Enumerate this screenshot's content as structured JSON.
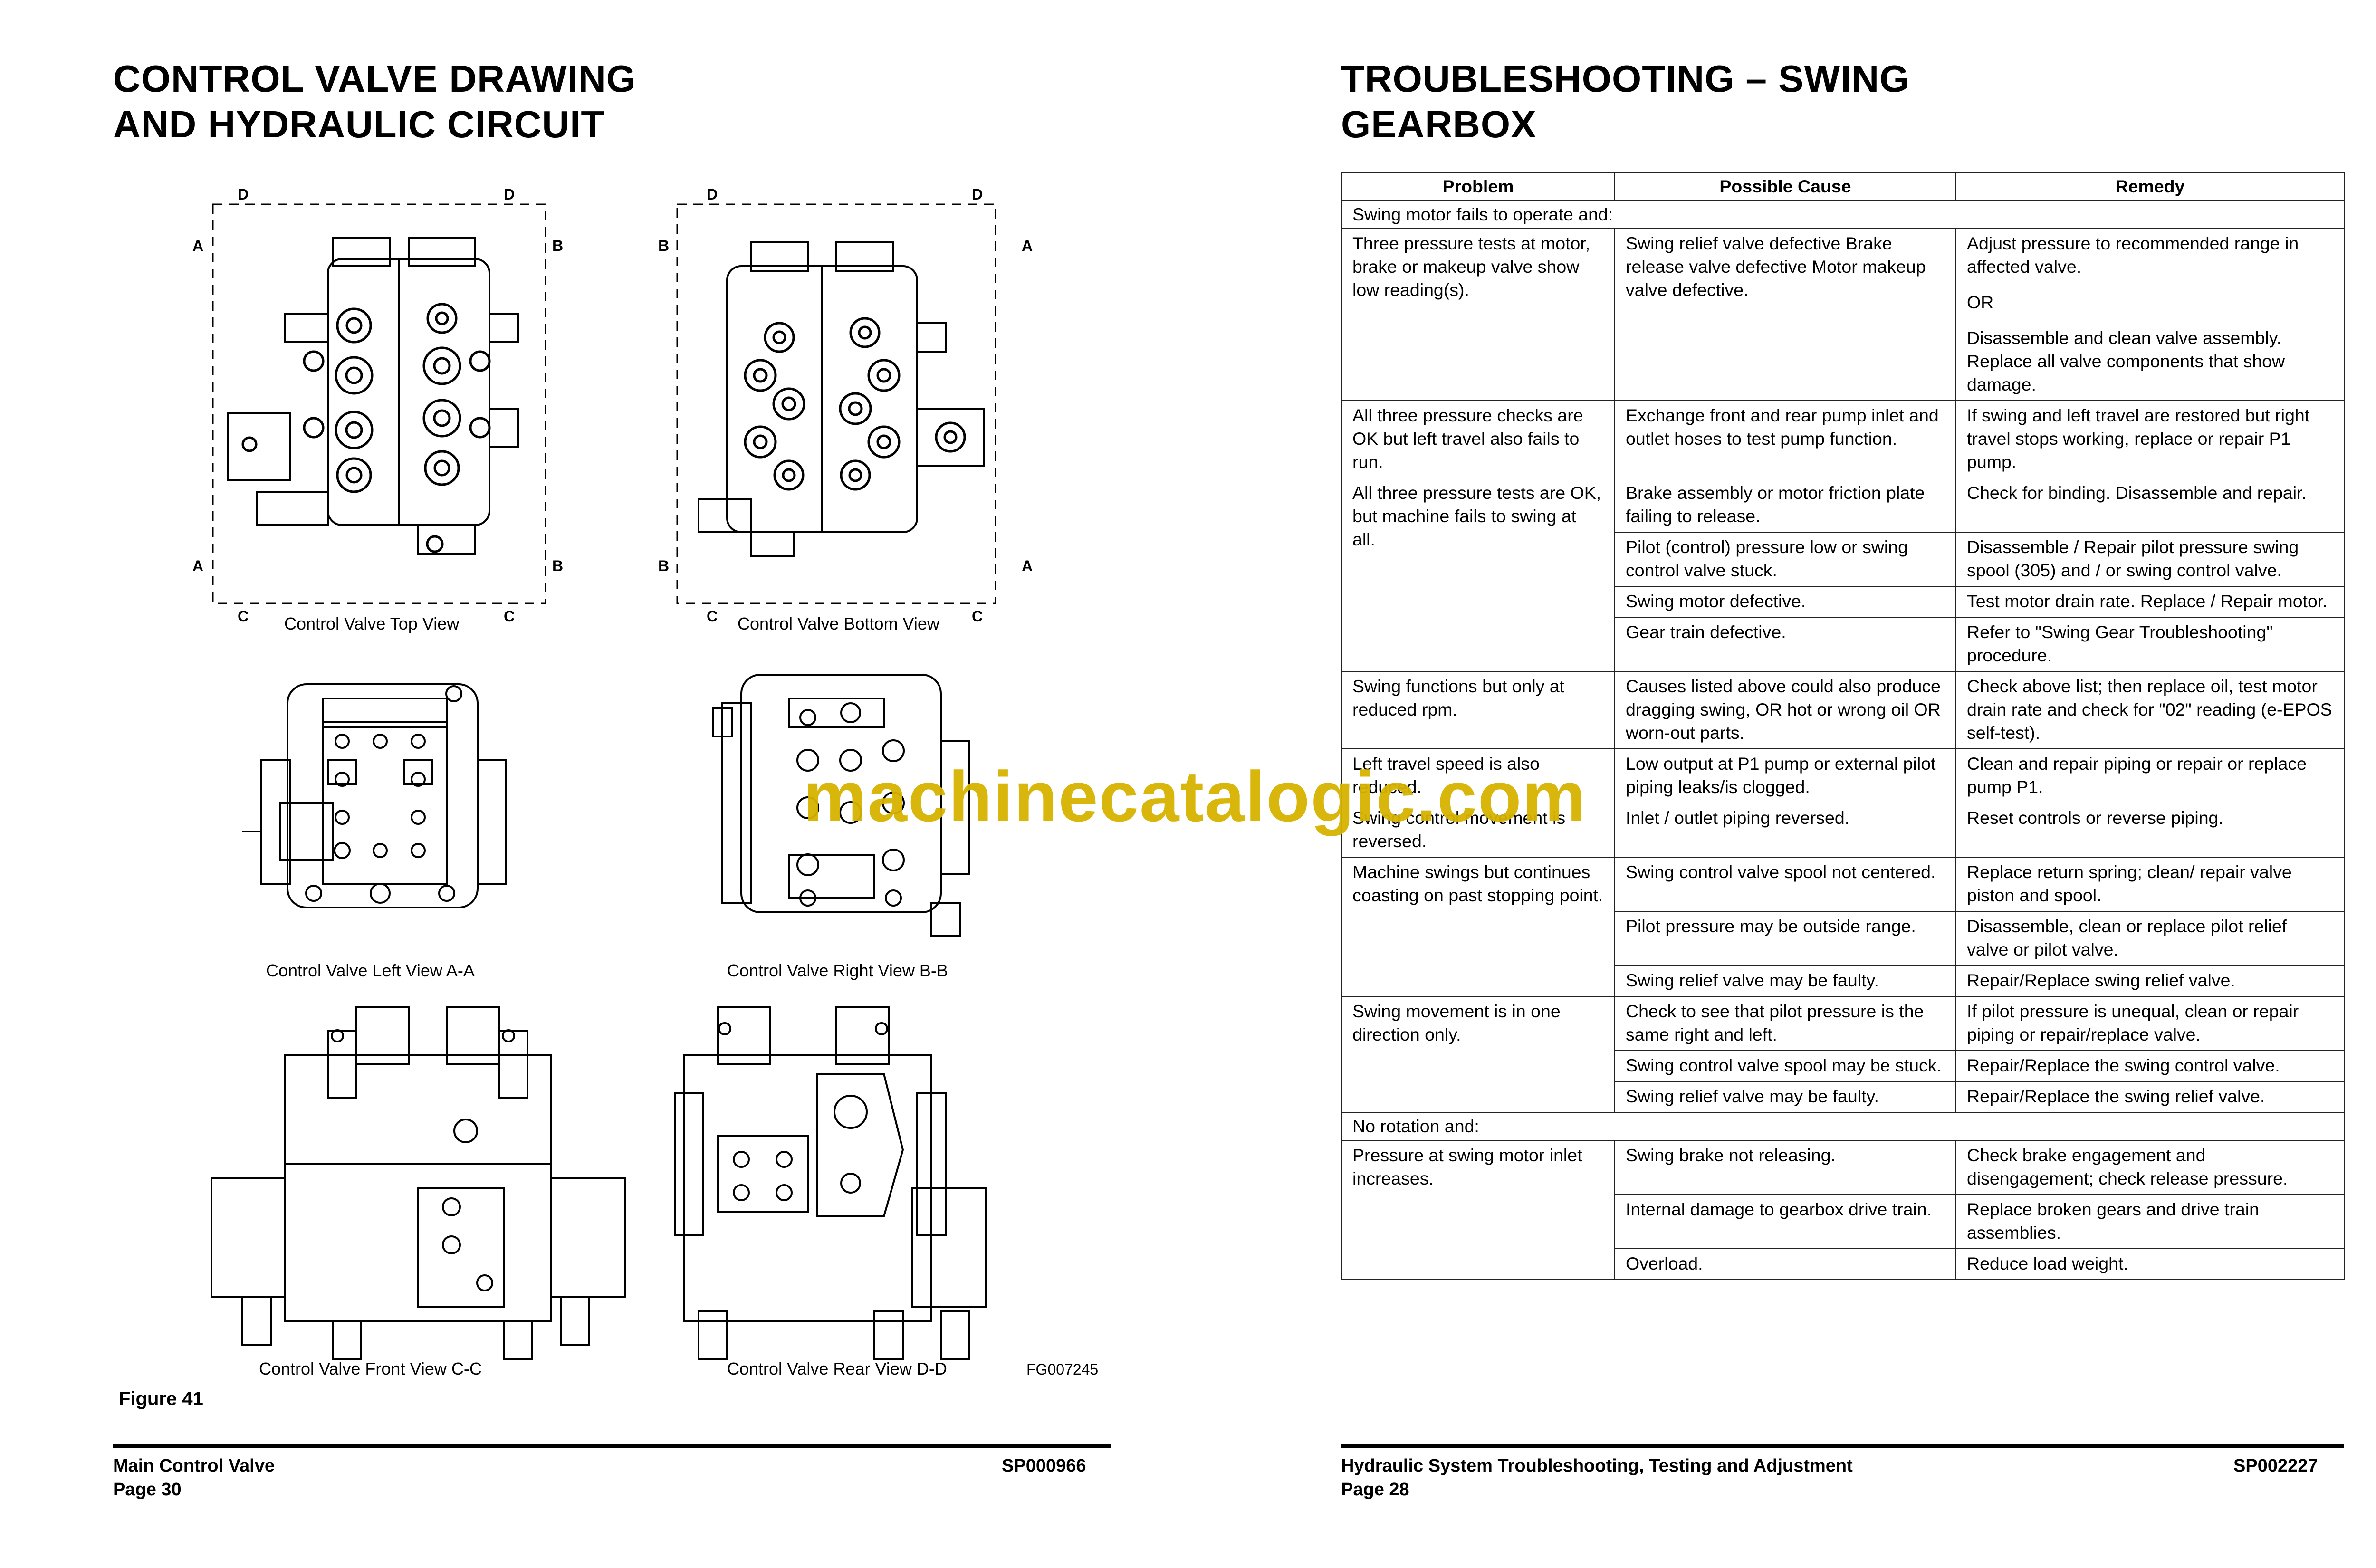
{
  "left_page": {
    "title": "CONTROL VALVE DRAWING\nAND HYDRAULIC CIRCUIT",
    "captions": {
      "top_view": "Control Valve Top View",
      "bottom_view": "Control Valve Bottom View",
      "left_view": "Control Valve Left View A-A",
      "right_view": "Control Valve Right View B-B",
      "front_view": "Control Valve Front View C-C",
      "rear_view": "Control Valve Rear View D-D"
    },
    "section_letters": {
      "a": "A",
      "b": "B",
      "c": "C",
      "d": "D"
    },
    "figure_code": "FG007245",
    "figure_label": "Figure 41",
    "footer": {
      "section": "Main Control Valve",
      "page": "Page 30",
      "code": "SP000966"
    }
  },
  "right_page": {
    "title": "TROUBLESHOOTING – SWING\nGEARBOX",
    "table": {
      "headers": [
        "Problem",
        "Possible Cause",
        "Remedy"
      ],
      "group1_label": "Swing motor fails to operate and:",
      "rows": [
        {
          "problem": "Three pressure tests at motor, brake or makeup valve show low reading(s).",
          "cause": "Swing relief valve defective Brake release valve defective Motor makeup valve defective.",
          "remedy": "Adjust pressure to recommended range in affected valve.",
          "remedy_or": "OR",
          "remedy_alt": "Disassemble and clean valve assembly. Replace all valve components that show damage."
        },
        {
          "problem": "All three pressure checks are OK but left travel also fails to run.",
          "cause": "Exchange front and rear pump inlet and outlet hoses to test pump function.",
          "remedy": "If swing and left travel are restored but right travel stops working, replace or repair P1 pump."
        },
        {
          "problem": "All three pressure tests are OK, but machine fails to swing at all.",
          "sub": [
            {
              "cause": "Brake assembly or motor friction plate failing to release.",
              "remedy": "Check for binding. Disassemble and repair."
            },
            {
              "cause": "Pilot (control) pressure low or swing control valve stuck.",
              "remedy": "Disassemble / Repair pilot pressure swing spool (305) and / or swing control valve."
            },
            {
              "cause": "Swing motor defective.",
              "remedy": "Test motor drain rate. Replace / Repair motor."
            },
            {
              "cause": "Gear train defective.",
              "remedy": "Refer to \"Swing Gear Troubleshooting\" procedure."
            }
          ]
        },
        {
          "problem": "Swing functions but only at reduced rpm.",
          "cause": "Causes listed above could also produce dragging swing, OR hot or wrong oil OR worn-out parts.",
          "remedy": "Check above list; then replace oil, test motor drain rate and check for \"02\" reading (e-EPOS self-test)."
        },
        {
          "problem": "Left travel speed is also reduced.",
          "cause": "Low output at P1 pump or external pilot piping leaks/is clogged.",
          "remedy": "Clean and repair piping or repair or replace pump P1."
        },
        {
          "problem": "Swing control movement is reversed.",
          "cause": "Inlet / outlet piping reversed.",
          "remedy": "Reset controls or reverse piping."
        },
        {
          "problem": "Machine swings but continues coasting on past stopping point.",
          "sub": [
            {
              "cause": "Swing control valve spool not centered.",
              "remedy": "Replace return spring; clean/ repair valve piston and spool."
            },
            {
              "cause": "Pilot pressure may be outside range.",
              "remedy": "Disassemble, clean or replace pilot relief valve or pilot valve."
            },
            {
              "cause": "Swing relief valve may be faulty.",
              "remedy": "Repair/Replace swing relief valve."
            }
          ]
        },
        {
          "problem": "Swing movement is in one direction only.",
          "sub": [
            {
              "cause": "Check to see that pilot pressure is the same right and left.",
              "remedy": "If pilot pressure is unequal, clean or repair piping or repair/replace valve."
            },
            {
              "cause": "Swing control valve spool may be stuck.",
              "remedy": "Repair/Replace the swing control valve."
            },
            {
              "cause": "Swing relief valve may be faulty.",
              "remedy": "Repair/Replace the swing relief valve."
            }
          ]
        }
      ],
      "group2_label": "No rotation and:",
      "rows2": [
        {
          "problem": "Pressure at swing motor inlet increases.",
          "sub": [
            {
              "cause": "Swing brake not releasing.",
              "remedy": "Check brake engagement and disengagement; check release pressure."
            },
            {
              "cause": "Internal damage to gearbox drive train.",
              "remedy": "Replace broken gears and drive train assemblies."
            },
            {
              "cause": "Overload.",
              "remedy": "Reduce load weight."
            }
          ]
        }
      ]
    },
    "footer": {
      "section": "Hydraulic System Troubleshooting, Testing and Adjustment",
      "page": "Page 28",
      "code": "SP002227"
    }
  },
  "watermark": "machinecatalogic.com"
}
